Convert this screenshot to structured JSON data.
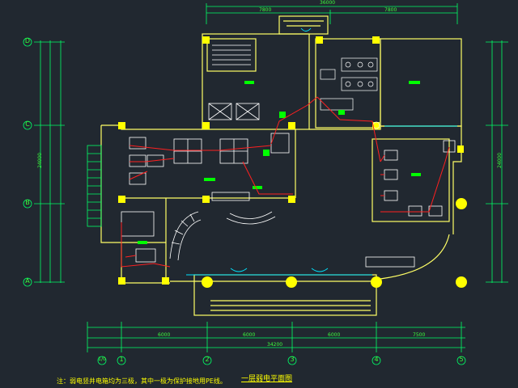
{
  "drawing": {
    "note": "注：弱电竖井电箱均为三极，其中一极为保护接地用PE线。",
    "title": "一层弱电平面图"
  },
  "axes": {
    "rows": [
      "D",
      "C",
      "B",
      "A"
    ],
    "cols": [
      "1/0",
      "1",
      "2",
      "3",
      "4",
      "5"
    ]
  },
  "dimensions": {
    "top_total": "36000",
    "top_segments": [
      "7800",
      "7800"
    ],
    "bottom_total": "34200",
    "bottom_segments": [
      "6000",
      "6000",
      "6000",
      "7500"
    ],
    "left_total": "24000",
    "right_total": "24000"
  },
  "colors": {
    "wall": "#ffff66",
    "column": "#ffff00",
    "dimension": "#00ff66",
    "wiring": "#ff2020",
    "furniture": "#ffffff",
    "glazing": "#00e5ff",
    "equipment": "#00ff00"
  }
}
